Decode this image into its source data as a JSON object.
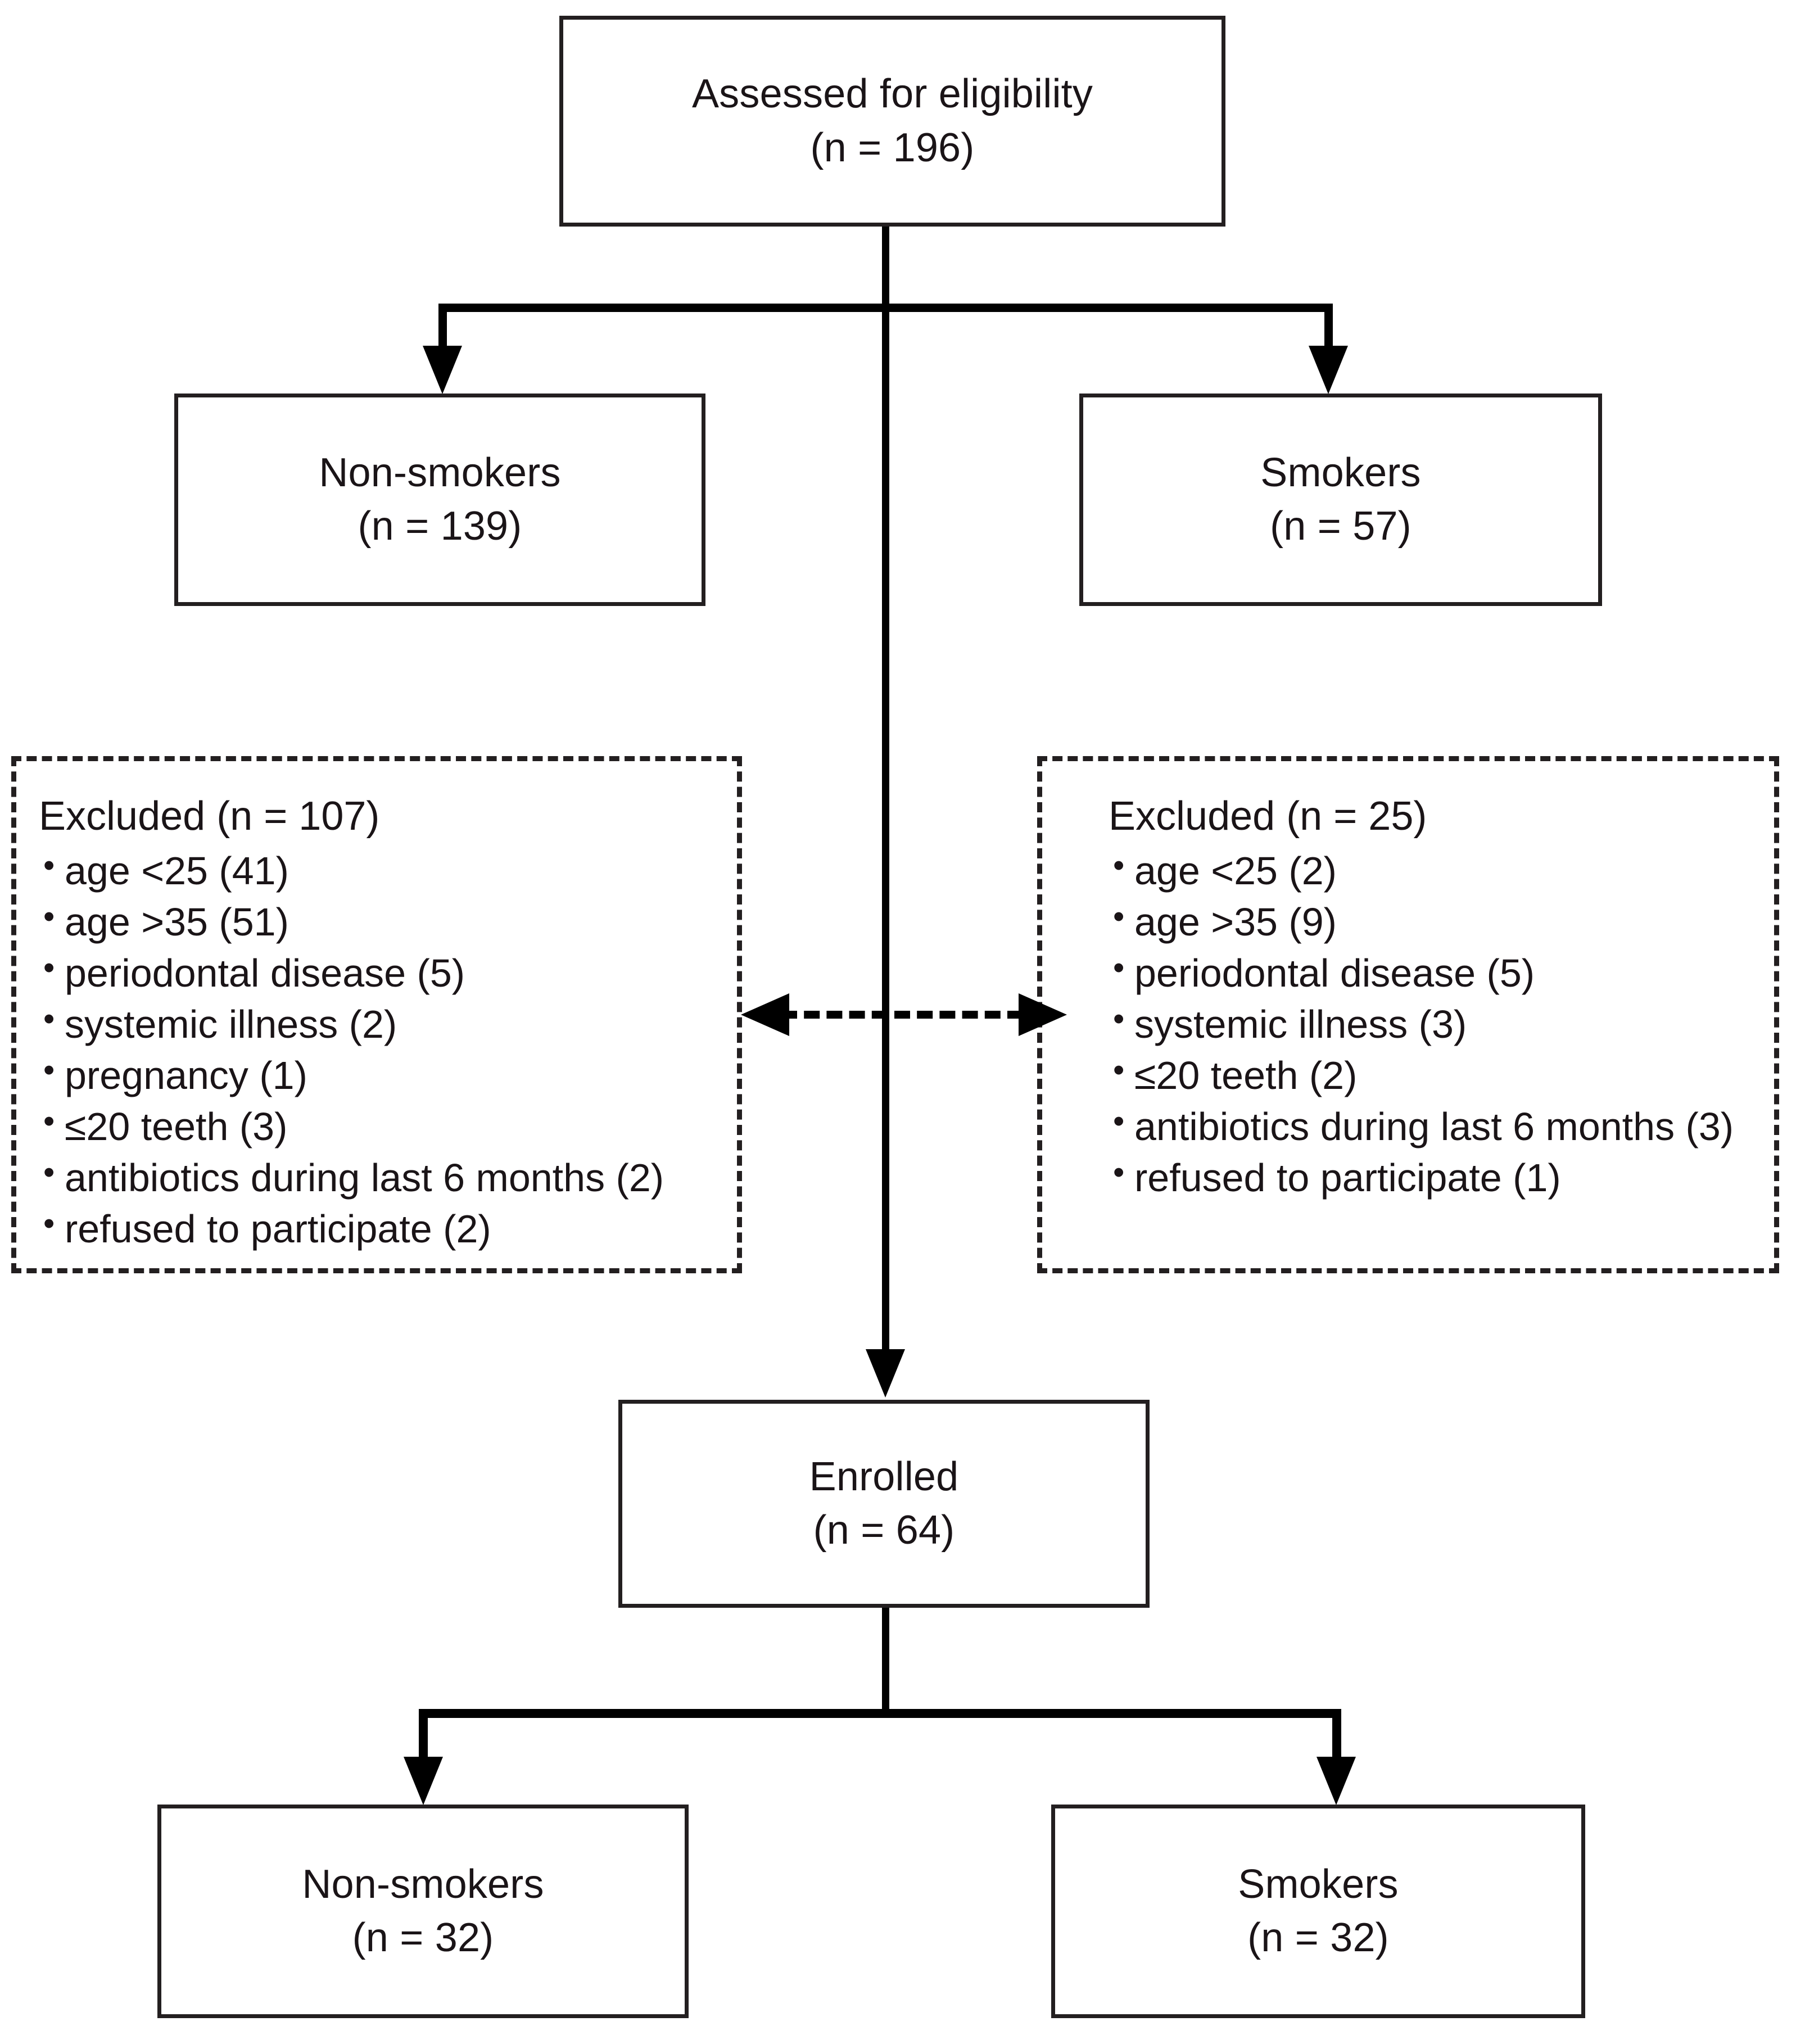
{
  "diagram": {
    "type": "CONSORT-style participant flow diagram",
    "nodes": {
      "assessed": {
        "label": "Assessed for eligibility",
        "count": "(n = 196)"
      },
      "screened_non_smokers": {
        "label": "Non-smokers",
        "count": "(n = 139)"
      },
      "screened_smokers": {
        "label": "Smokers",
        "count": "(n = 57)"
      },
      "excluded_non_smokers": {
        "title": "Excluded (n = 107)",
        "reasons": [
          "age <25 (41)",
          "age >35 (51)",
          "periodontal disease (5)",
          "systemic illness (2)",
          "pregnancy (1)",
          "≤20 teeth (3)",
          "antibiotics during last 6 months (2)",
          "refused to participate (2)"
        ]
      },
      "excluded_smokers": {
        "title": "Excluded (n = 25)",
        "reasons": [
          "age <25 (2)",
          "age >35 (9)",
          "periodontal disease (5)",
          "systemic illness (3)",
          "≤20 teeth (2)",
          "antibiotics during last 6 months (3)",
          "refused to participate (1)"
        ]
      },
      "enrolled": {
        "label": "Enrolled",
        "count": "(n = 64)"
      },
      "enrolled_non_smokers": {
        "label": "Non-smokers",
        "count": "(n = 32)"
      },
      "enrolled_smokers": {
        "label": "Smokers",
        "count": "(n = 32)"
      }
    },
    "colors": {
      "stroke": "#231f20",
      "connector": "#000000",
      "background": "#ffffff",
      "text": "#1a1417"
    }
  }
}
